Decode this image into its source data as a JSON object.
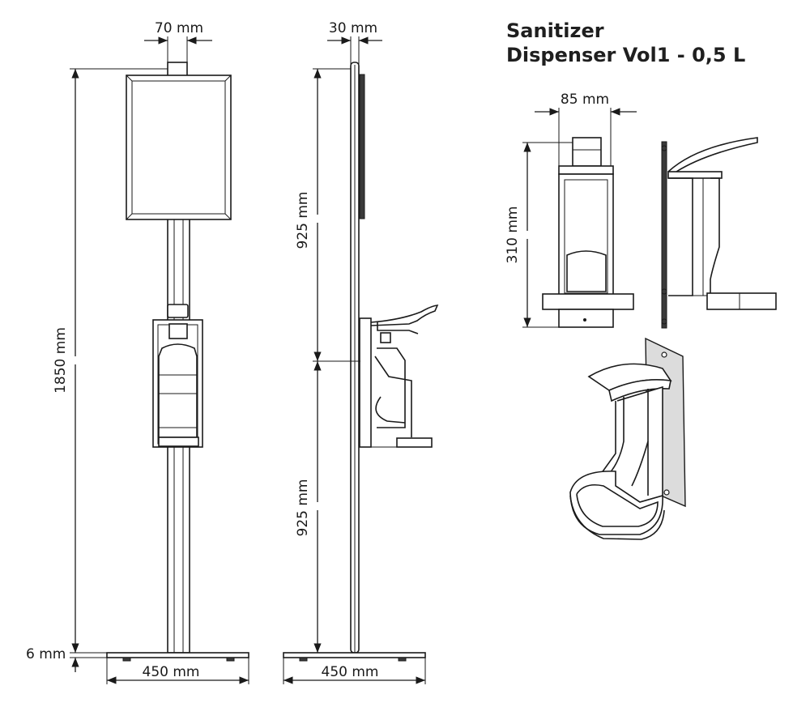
{
  "title": {
    "line1": "Sanitizer",
    "line2": "Dispenser Vol1 - 0,5 L"
  },
  "front_view": {
    "width_top": "70 mm",
    "height_total": "1850 mm",
    "base_thickness": "6 mm",
    "base_width": "450 mm"
  },
  "side_view": {
    "width_top": "30 mm",
    "upper_height": "925 mm",
    "lower_height": "925 mm",
    "base_width": "450 mm"
  },
  "dispenser": {
    "width": "85 mm",
    "height": "310 mm"
  },
  "colors": {
    "line": "#1a1a1a",
    "fill_dark": "#3a3a3a",
    "fill_grey": "#dcdcdc",
    "background": "#ffffff"
  }
}
